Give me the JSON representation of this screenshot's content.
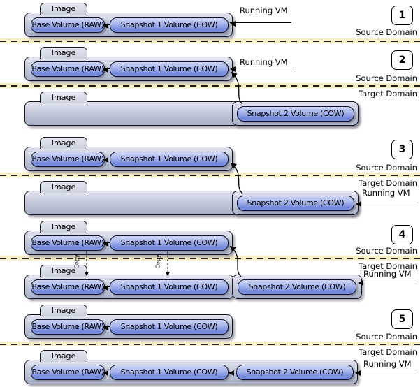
{
  "colors": {
    "volume_fill_top": "#ced6f5",
    "volume_fill_bottom": "#7187da",
    "folder_fill_top": "#e2e5f0",
    "folder_fill_bottom": "#a9b0c8",
    "divider_band": "#f8efc7",
    "outline": "#15151f"
  },
  "stages": [
    {
      "number": "1",
      "source": {
        "image_tab": "Image",
        "volumes": [
          "Base Volume (RAW)",
          "Snapshot 1 Volume (COW)"
        ],
        "running_vm_label": "Running VM",
        "domain_label": "Source Domain"
      }
    },
    {
      "number": "2",
      "source": {
        "image_tab": "Image",
        "volumes": [
          "Base Volume (RAW)",
          "Snapshot 1 Volume (COW)"
        ],
        "running_vm_label": "Running VM",
        "domain_label": "Source Domain"
      },
      "target": {
        "image_tab": "Image",
        "volumes": [
          "Snapshot 2 Volume (COW)"
        ],
        "domain_label": "Target Domain"
      }
    },
    {
      "number": "3",
      "source": {
        "image_tab": "Image",
        "volumes": [
          "Base Volume (RAW)",
          "Snapshot 1 Volume (COW)"
        ],
        "domain_label": "Source Domain"
      },
      "target": {
        "image_tab": "Image",
        "volumes": [
          "Snapshot 2 Volume (COW)"
        ],
        "running_vm_label": "Running VM",
        "domain_label": "Target Domain"
      }
    },
    {
      "number": "4",
      "source": {
        "image_tab": "Image",
        "volumes": [
          "Base Volume (RAW)",
          "Snapshot 1 Volume (COW)"
        ],
        "domain_label": "Source Domain"
      },
      "copy_labels": [
        "Copy",
        "Copy"
      ],
      "target": {
        "image_tab": "Image",
        "volumes": [
          "Base Volume (RAW)",
          "Snapshot 1 Volume (COW)",
          "Snapshot 2 Volume (COW)"
        ],
        "running_vm_label": "Running VM",
        "domain_label": "Target Domain"
      }
    },
    {
      "number": "5",
      "source": {
        "image_tab": "Image",
        "volumes": [
          "Base Volume (RAW)",
          "Snapshot 1 Volume (COW)"
        ],
        "domain_label": "Source Domain"
      },
      "target": {
        "image_tab": "Image",
        "volumes": [
          "Base Volume (RAW)",
          "Snapshot 1 Volume (COW)",
          "Snapshot 2 Volume (COW)"
        ],
        "running_vm_label": "Running VM",
        "domain_label": "Target Domain"
      }
    }
  ]
}
